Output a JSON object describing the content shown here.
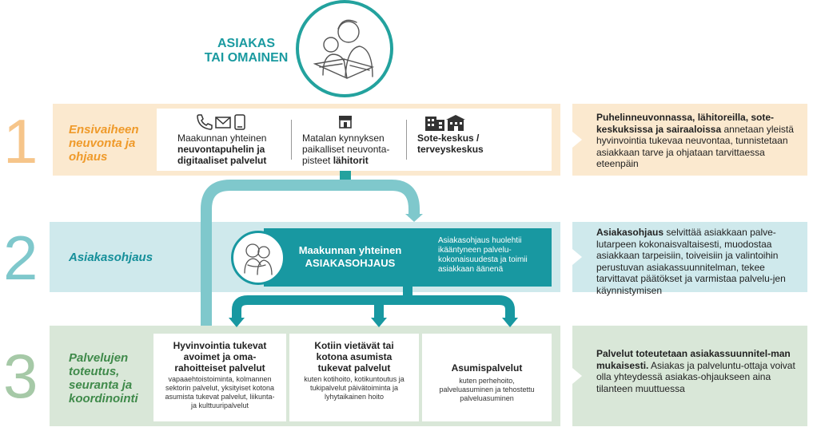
{
  "top": {
    "title_line1": "ASIAKAS",
    "title_line2": "TAI OMAINEN"
  },
  "rows": [
    {
      "number": "1",
      "label": "Ensivaiheen neuvonta ja ohjaus"
    },
    {
      "number": "2",
      "label": "Asiakasohjaus"
    },
    {
      "number": "3",
      "label": "Palvelujen toteutus, seuranta ja koordinointi"
    }
  ],
  "row1_columns": [
    {
      "text_regular": "Maakunnan yhteinen",
      "text_bold": "neuvontapuhelin ja digitaaliset palvelut",
      "icon": "phone-mail-mobile-icons"
    },
    {
      "text_regular": "Matalan kynnyksen paikalliset neuvonta-pisteet",
      "text_bold": "lähitorit",
      "icon": "shop-icon"
    },
    {
      "text_regular": "",
      "text_bold": "Sote-keskus / terveyskeskus",
      "icon": "buildings-icon"
    }
  ],
  "row2_panel": {
    "title_line1": "Maakunnan yhteinen",
    "title_line2": "ASIAKASOHJAUS",
    "description": "Asiakasohjaus huolehtii ikääntyneen palvelu-kokonaisuudesta ja toimii asiakkaan äänenä"
  },
  "row3_cards": [
    {
      "title": "Hyvinvointia tukevat avoimet ja oma-rahoitteiset palvelut",
      "description": "vapaaehtoistoiminta, kolmannen sektorin palvelut, yksityiset kotona asumista tukevat palvelut, liikunta- ja kulttuuripalvelut"
    },
    {
      "title": "Kotiin vietävät tai kotona asumista tukevat palvelut",
      "description": "kuten kotihoito, kotikuntoutus ja tukipalvelut päivätoiminta ja lyhytaikainen hoito"
    },
    {
      "title": "Asumispalvelut",
      "description": "kuten perhehoito, palveluasuminen ja tehostettu palveluasuminen"
    }
  ],
  "right_descriptions": [
    {
      "bold": "Puhelinneuvonnassa, lähitoreilla, sote-keskuksissa ja sairaaloissa",
      "regular": "annetaan yleistä hyvinvointia tukevaa neuvontaa, tunnistetaan asiakkaan tarve ja ohjataan tarvittaessa eteenpäin"
    },
    {
      "bold": "Asiakasohjaus",
      "regular": "selvittää asiakkaan palve-lutarpeen kokonaisvaltaisesti, muodostaa asiakkaan tarpeisiin, toiveisiin ja valintoihin perustuvan asiakassuunnitelman, tekee tarvittavat päätökset ja varmistaa palvelu-jen käynnistymisen"
    },
    {
      "bold": "Palvelut toteutetaan asiakassuunnitel-man mukaisesti.",
      "regular": "Asiakas ja palveluntu-ottaja voivat olla yhteydessä asiakas-ohjaukseen aina tilanteen muuttuessa"
    }
  ],
  "colors": {
    "teal": "#1898a1",
    "teal_light": "#7fc8cc",
    "orange": "#ef9a2a",
    "orange_bg": "#fbe9cf",
    "teal_bg": "#cfe9ec",
    "green": "#3f8a4a",
    "green_bg": "#d9e7d8"
  }
}
